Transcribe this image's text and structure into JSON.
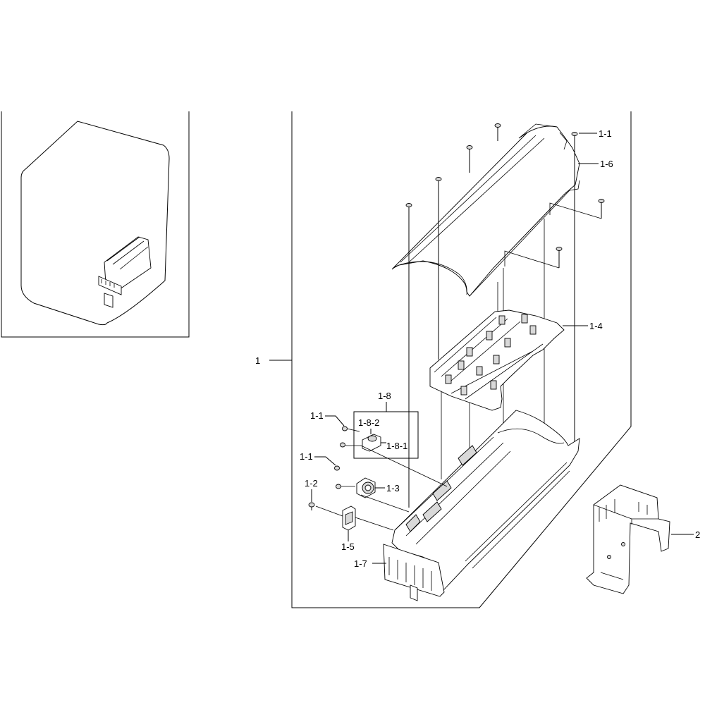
{
  "callouts": {
    "c1": "1",
    "c1_1a": "1-1",
    "c1_1b": "1-1",
    "c1_1c": "1-1",
    "c1_2": "1-2",
    "c1_3": "1-3",
    "c1_4": "1-4",
    "c1_5": "1-5",
    "c1_6": "1-6",
    "c1_7": "1-7",
    "c1_8": "1-8",
    "c1_8_1": "1-8-1",
    "c1_8_2": "1-8-2",
    "c2": "2"
  }
}
